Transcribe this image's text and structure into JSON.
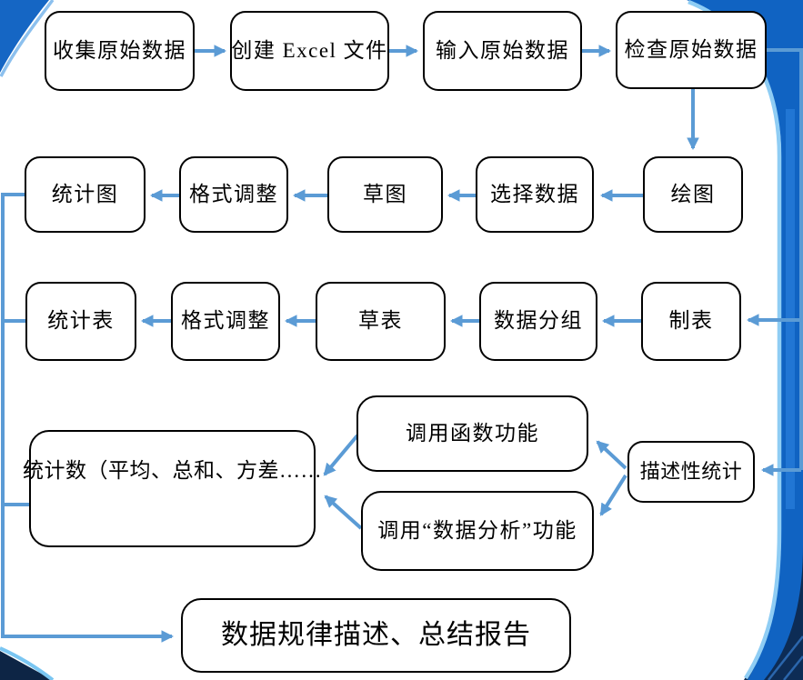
{
  "diagram": {
    "nodes": [
      {
        "id": "collect-raw-data",
        "label": "收集原始数据"
      },
      {
        "id": "create-excel-file",
        "label": "创建 Excel 文件"
      },
      {
        "id": "input-raw-data",
        "label": "输入原始数据"
      },
      {
        "id": "check-raw-data",
        "label": "检查原始数据"
      },
      {
        "id": "statistical-chart",
        "label": "统计图"
      },
      {
        "id": "format-adjust-chart",
        "label": "格式调整"
      },
      {
        "id": "draft-chart",
        "label": "草图"
      },
      {
        "id": "select-data",
        "label": "选择数据"
      },
      {
        "id": "plot-chart",
        "label": "绘图"
      },
      {
        "id": "statistical-table",
        "label": "统计表"
      },
      {
        "id": "format-adjust-table",
        "label": "格式调整"
      },
      {
        "id": "draft-table",
        "label": "草表"
      },
      {
        "id": "data-grouping",
        "label": "数据分组"
      },
      {
        "id": "tabulate",
        "label": "制表"
      },
      {
        "id": "statistics-values",
        "label": "统计数（平均、总和、方差……"
      },
      {
        "id": "call-function-feature",
        "label": "调用函数功能"
      },
      {
        "id": "call-data-analysis-feature",
        "label": "调用“数据分析”功能"
      },
      {
        "id": "descriptive-statistics",
        "label": "描述性统计"
      },
      {
        "id": "summary-report",
        "label": "数据规律描述、总结报告"
      }
    ],
    "edges": [
      {
        "from": "collect-raw-data",
        "to": "create-excel-file"
      },
      {
        "from": "create-excel-file",
        "to": "input-raw-data"
      },
      {
        "from": "input-raw-data",
        "to": "check-raw-data"
      },
      {
        "from": "check-raw-data",
        "to": "plot-chart"
      },
      {
        "from": "check-raw-data",
        "to": "tabulate"
      },
      {
        "from": "check-raw-data",
        "to": "descriptive-statistics"
      },
      {
        "from": "plot-chart",
        "to": "select-data"
      },
      {
        "from": "select-data",
        "to": "draft-chart"
      },
      {
        "from": "draft-chart",
        "to": "format-adjust-chart"
      },
      {
        "from": "format-adjust-chart",
        "to": "statistical-chart"
      },
      {
        "from": "tabulate",
        "to": "data-grouping"
      },
      {
        "from": "data-grouping",
        "to": "draft-table"
      },
      {
        "from": "draft-table",
        "to": "format-adjust-table"
      },
      {
        "from": "format-adjust-table",
        "to": "statistical-table"
      },
      {
        "from": "descriptive-statistics",
        "to": "call-function-feature"
      },
      {
        "from": "descriptive-statistics",
        "to": "call-data-analysis-feature"
      },
      {
        "from": "call-function-feature",
        "to": "statistics-values"
      },
      {
        "from": "call-data-analysis-feature",
        "to": "statistics-values"
      },
      {
        "from": "statistical-chart",
        "to": "summary-report"
      },
      {
        "from": "statistical-table",
        "to": "summary-report"
      },
      {
        "from": "statistics-values",
        "to": "summary-report"
      }
    ],
    "colors": {
      "arrow": "#5B9BD5",
      "node_border": "#000000",
      "node_fill": "#FFFFFF",
      "band_royal_blue": "#1063C2",
      "band_inner_stripe": "#2176D4",
      "band_cyan_edge": "#8FCDF4",
      "corner_navy": "#0D2C55",
      "swoosh_blue": "#1566C4",
      "swoosh_arc": "#8CC0EE"
    }
  }
}
